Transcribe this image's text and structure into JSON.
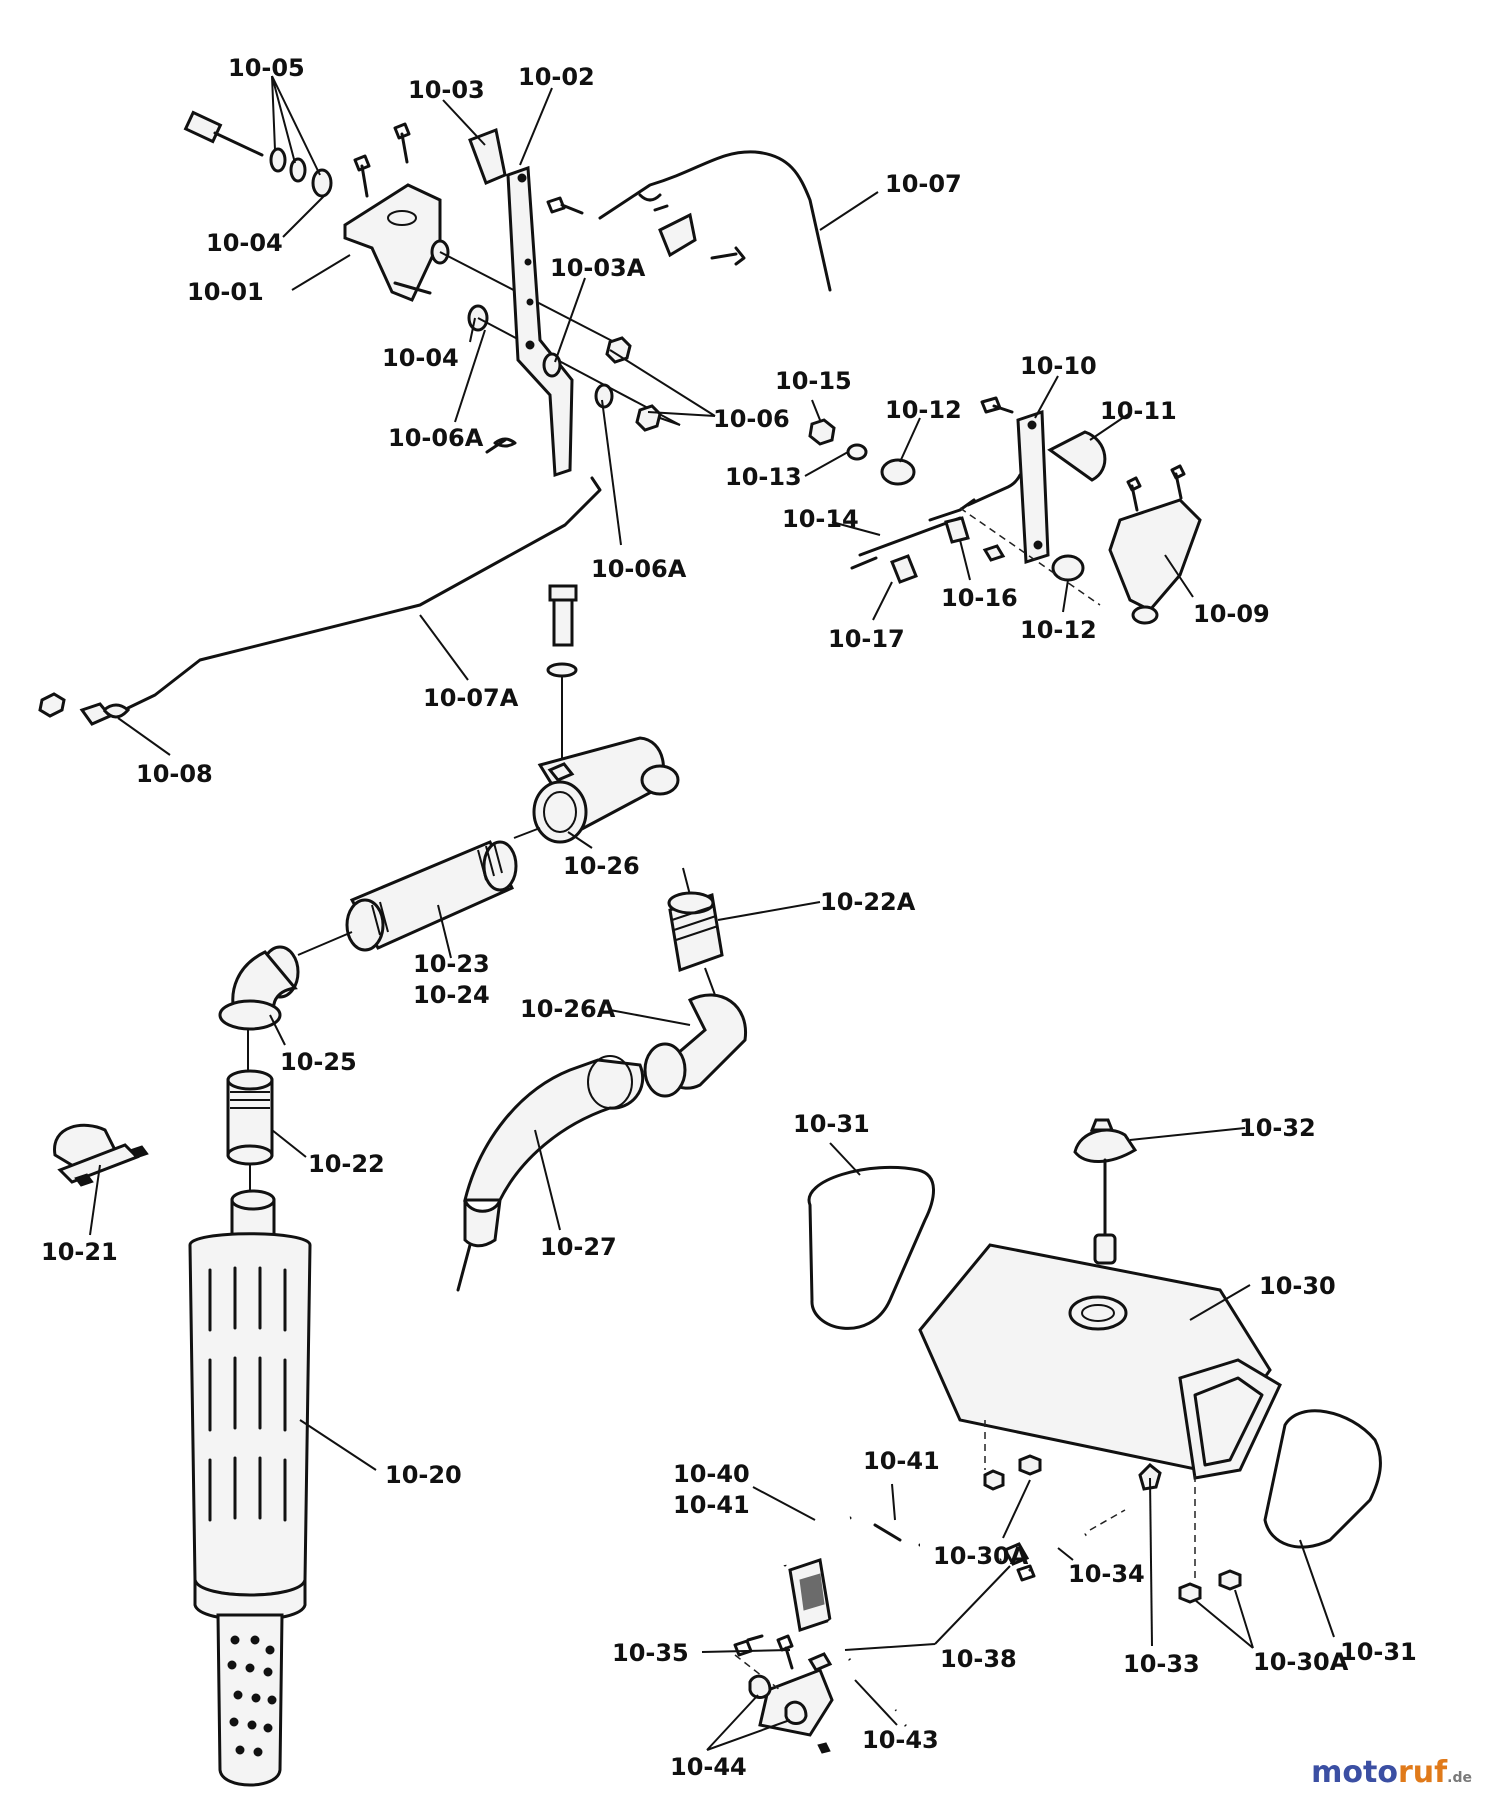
{
  "diagram": {
    "callouts": [
      {
        "id": "c1005",
        "text": "10-05"
      },
      {
        "id": "c1003",
        "text": "10-03"
      },
      {
        "id": "c1002",
        "text": "10-02"
      },
      {
        "id": "c1007",
        "text": "10-07"
      },
      {
        "id": "c1004a",
        "text": "10-04"
      },
      {
        "id": "c1001",
        "text": "10-01"
      },
      {
        "id": "c1003A",
        "text": "10-03A"
      },
      {
        "id": "c1004b",
        "text": "10-04"
      },
      {
        "id": "c1006A1",
        "text": "10-06A"
      },
      {
        "id": "c1006",
        "text": "10-06"
      },
      {
        "id": "c1006A2",
        "text": "10-06A"
      },
      {
        "id": "c1015",
        "text": "10-15"
      },
      {
        "id": "c1010",
        "text": "10-10"
      },
      {
        "id": "c1012a",
        "text": "10-12"
      },
      {
        "id": "c1011",
        "text": "10-11"
      },
      {
        "id": "c1013",
        "text": "10-13"
      },
      {
        "id": "c1014",
        "text": "10-14"
      },
      {
        "id": "c1016",
        "text": "10-16"
      },
      {
        "id": "c1012b",
        "text": "10-12"
      },
      {
        "id": "c1009",
        "text": "10-09"
      },
      {
        "id": "c1017",
        "text": "10-17"
      },
      {
        "id": "c1007A",
        "text": "10-07A"
      },
      {
        "id": "c1008",
        "text": "10-08"
      },
      {
        "id": "c1026",
        "text": "10-26"
      },
      {
        "id": "c1022A",
        "text": "10-22A"
      },
      {
        "id": "c1023",
        "text": "10-23"
      },
      {
        "id": "c1024",
        "text": "10-24"
      },
      {
        "id": "c1026A",
        "text": "10-26A"
      },
      {
        "id": "c1025",
        "text": "10-25"
      },
      {
        "id": "c1022",
        "text": "10-22"
      },
      {
        "id": "c1021",
        "text": "10-21"
      },
      {
        "id": "c1027",
        "text": "10-27"
      },
      {
        "id": "c1031a",
        "text": "10-31"
      },
      {
        "id": "c1032",
        "text": "10-32"
      },
      {
        "id": "c1030",
        "text": "10-30"
      },
      {
        "id": "c1020",
        "text": "10-20"
      },
      {
        "id": "c1040",
        "text": "10-40"
      },
      {
        "id": "c1041a",
        "text": "10-41"
      },
      {
        "id": "c1041b",
        "text": "10-41"
      },
      {
        "id": "c1030A1",
        "text": "10-30A"
      },
      {
        "id": "c1034",
        "text": "10-34"
      },
      {
        "id": "c1035",
        "text": "10-35"
      },
      {
        "id": "c1038",
        "text": "10-38"
      },
      {
        "id": "c1033",
        "text": "10-33"
      },
      {
        "id": "c1030A2",
        "text": "10-30A"
      },
      {
        "id": "c1031b",
        "text": "10-31"
      },
      {
        "id": "c1044",
        "text": "10-44"
      },
      {
        "id": "c1043",
        "text": "10-43"
      }
    ]
  },
  "watermark": {
    "part1": "moto",
    "part2": "ruf",
    "part3": ".de"
  }
}
